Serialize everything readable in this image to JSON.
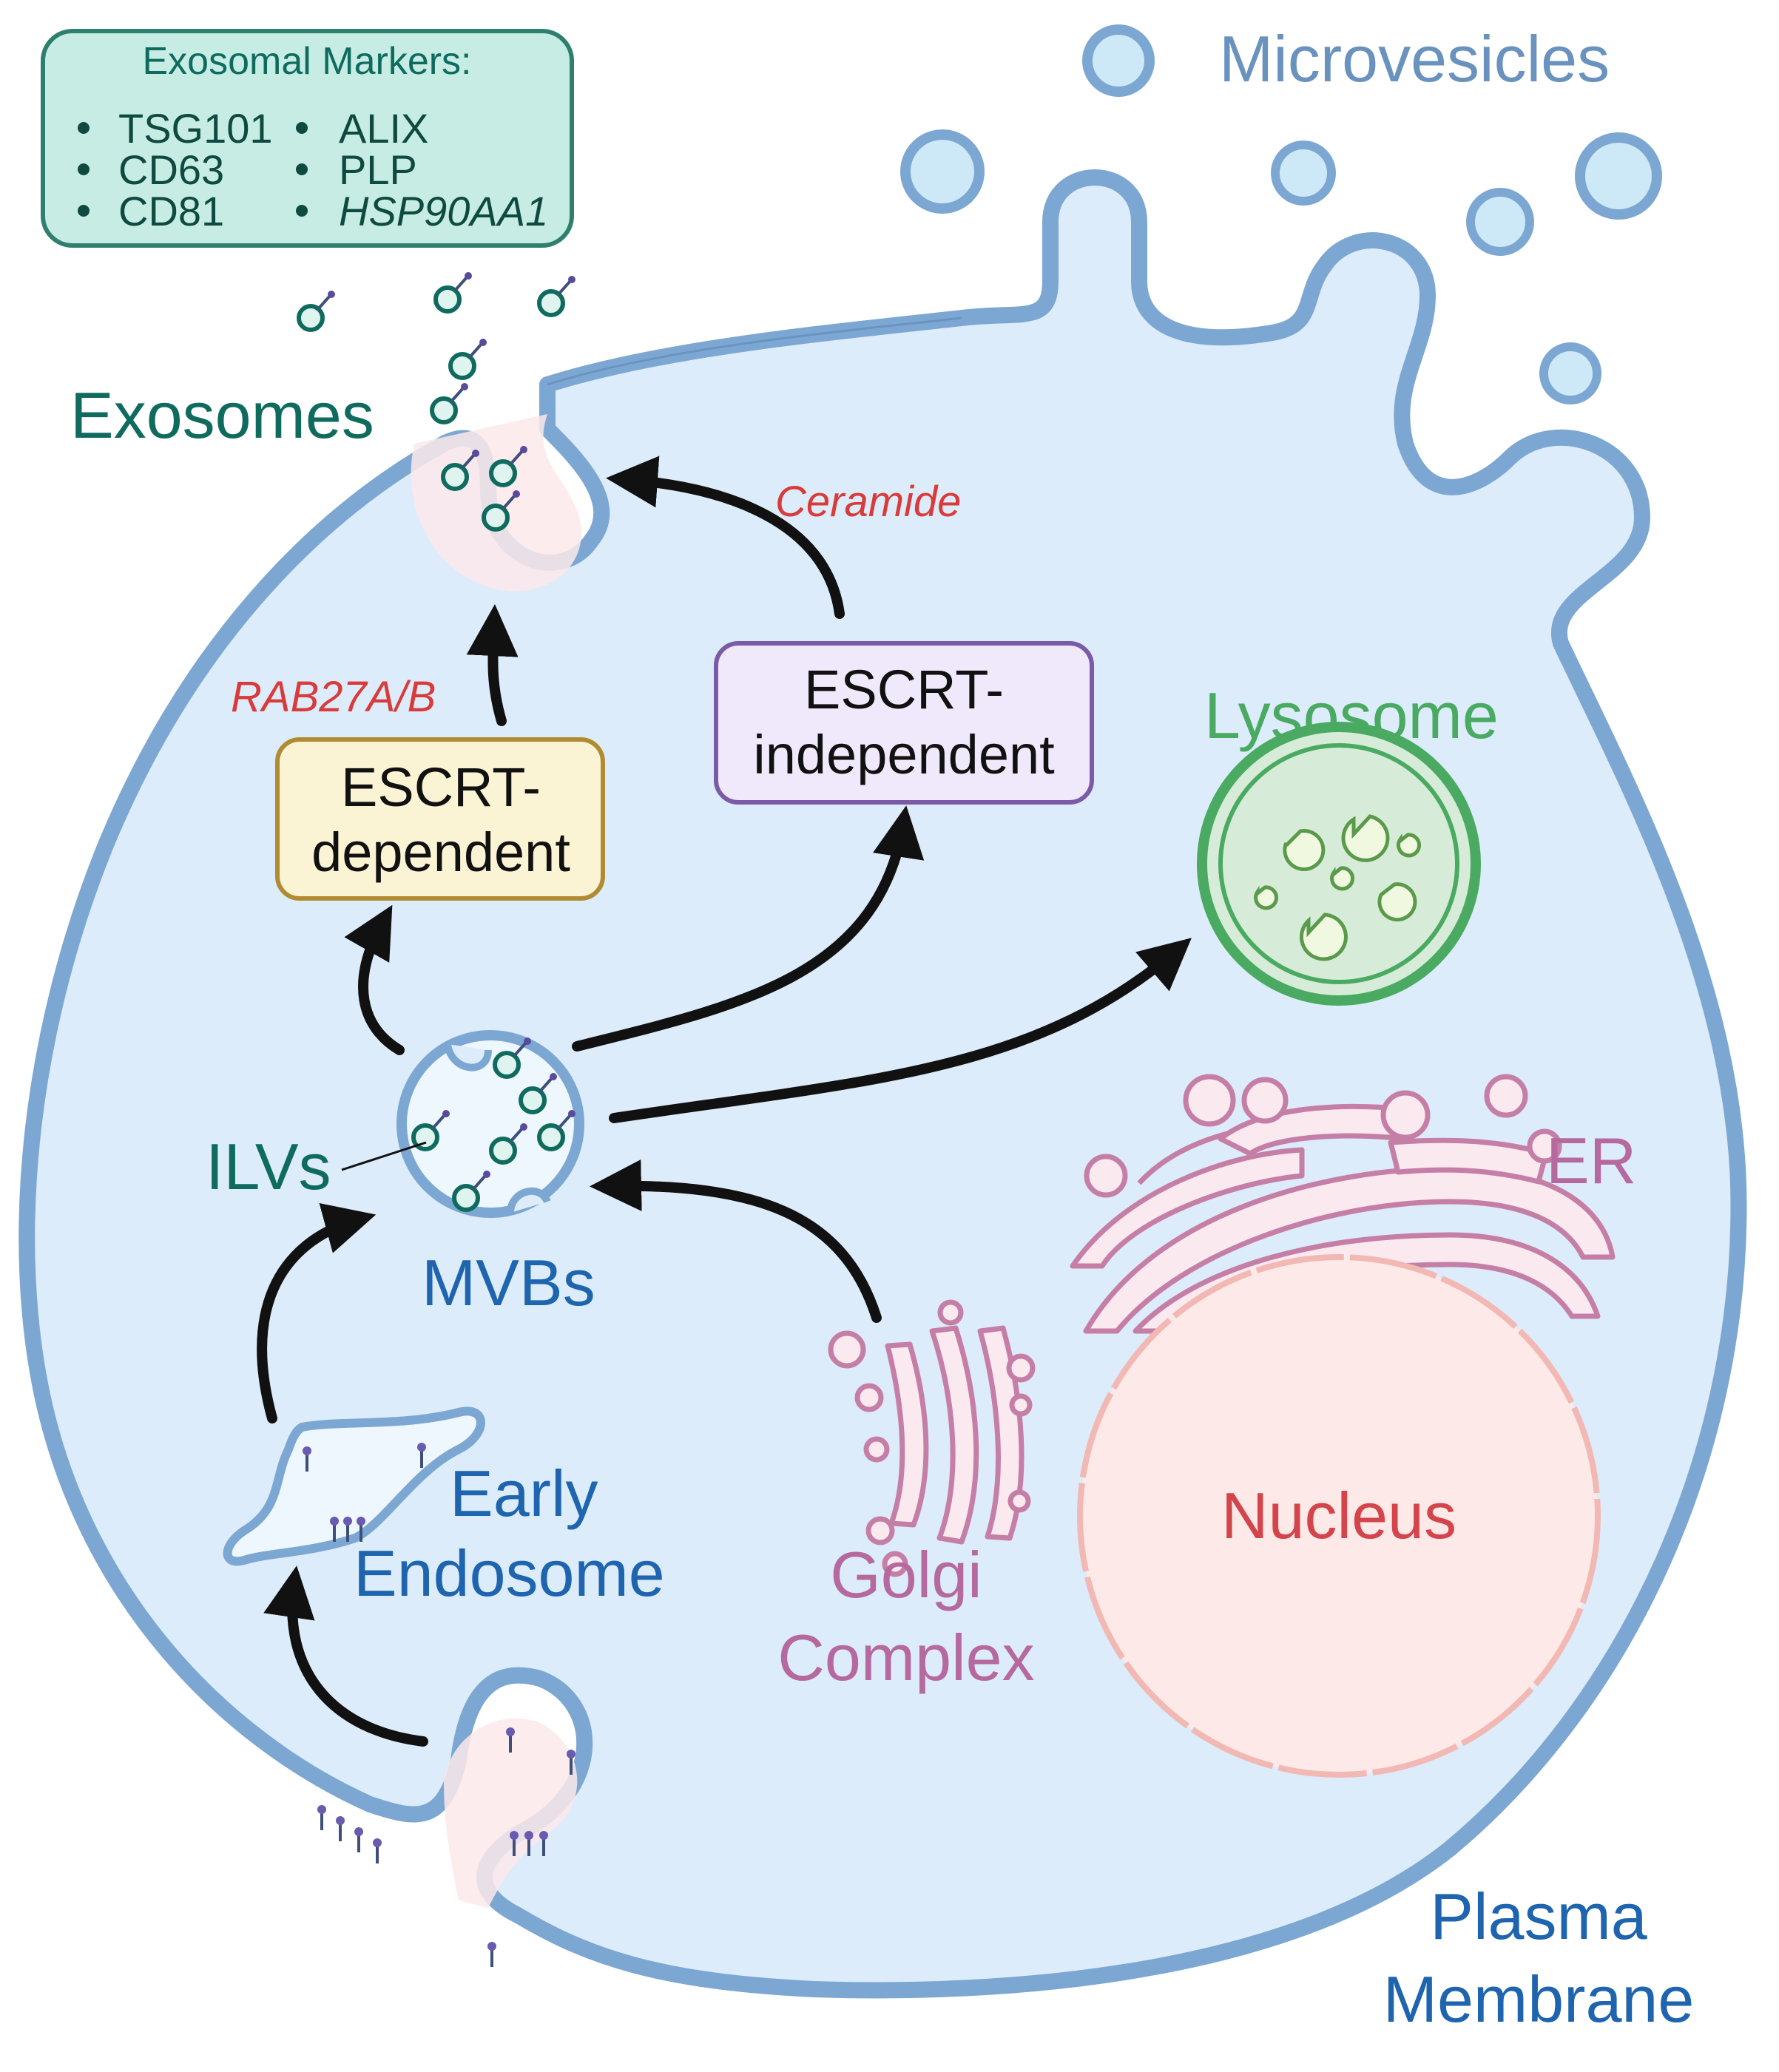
{
  "colors": {
    "cell_fill": "#dcecfa",
    "membrane": "#7da7d3",
    "membrane_dark": "#5b87b8",
    "arrow": "#111111",
    "exosome_teal": "#0f6b5e",
    "blue_label": "#1e64ae",
    "microvesicle_label": "#6a92bf",
    "red_label": "#d93a3a",
    "lysosome_green": "#4aaa62",
    "golgi_pink": "#b5699e",
    "nucleus_fill": "#fde9e7",
    "nucleus_label": "#d3444b",
    "marker_box_fill": "#c6ece4",
    "marker_box_stroke": "#2f7f6f",
    "dep_box_fill": "#faf3d4",
    "dep_box_stroke": "#b08b32",
    "indep_box_fill": "#f0e8fb",
    "indep_box_stroke": "#7b5aa8"
  },
  "markers_box": {
    "title": "Exosomal Markers:",
    "left_items": [
      "TSG101",
      "CD63",
      "CD81"
    ],
    "right_items": [
      "ALIX",
      "PLP",
      "HSP90AA1"
    ],
    "bullet": "•"
  },
  "labels": {
    "microvesicles": "Microvesicles",
    "exosomes": "Exosomes",
    "ceramide": "Ceramide",
    "rab27": "RAB27A/B",
    "escrt_dependent_line1": "ESCRT-",
    "escrt_dependent_line2": "dependent",
    "escrt_independent_line1": "ESCRT-",
    "escrt_independent_line2": "independent",
    "lysosome": "Lysosome",
    "ilvs": "ILVs",
    "mvbs": "MVBs",
    "er": "ER",
    "early_line1": "Early",
    "early_line2": "Endosome",
    "golgi_line1": "Golgi",
    "golgi_line2": "Complex",
    "nucleus": "Nucleus",
    "plasma_line1": "Plasma",
    "plasma_line2": "Membrane"
  }
}
